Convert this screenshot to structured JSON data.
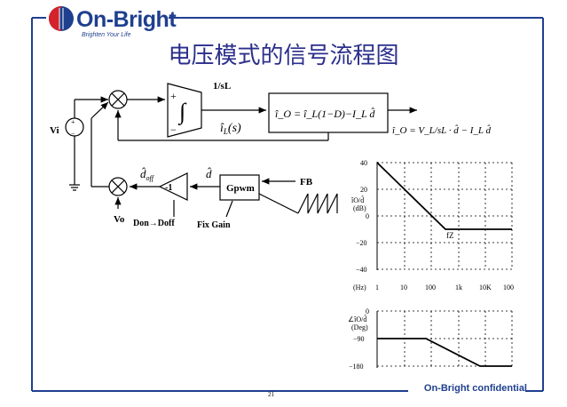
{
  "header": {
    "brand": "On-Bright",
    "tagline": "Brighten Your Life",
    "title": "电压模式的信号流程图"
  },
  "diagram": {
    "vi_label": "Vi",
    "vo_label": "Vo",
    "plus_sign": "+",
    "minus_sign": "−",
    "integrator_gain": "1/sL",
    "integral_symbol": "∫",
    "il_of_s": "î",
    "il_sub": "L",
    "il_paren": "(s)",
    "io_equation": "î_O = î_L(1−D)−I_L d̂",
    "io_output_eq": "î_O = V_L/sL · d̂ − I_L d̂",
    "d_hat": "d̂",
    "d_off": "d̂",
    "d_off_sub": "off",
    "neg_one": "-1",
    "gpwm": "Gpwm",
    "fb": "FB",
    "don_doff": "Don→Doff",
    "fix_gain": "Fix Gain"
  },
  "magnitude_plot": {
    "y_ticks": [
      "40",
      "20",
      "0",
      "−20",
      "−40"
    ],
    "x_ticks": [
      "1",
      "10",
      "100",
      "1k",
      "10K",
      "100"
    ],
    "x_unit": "(Hz)",
    "y_label_1": "îO/d̂",
    "y_label_2": "(dB)",
    "fz_label": "fZ"
  },
  "phase_plot": {
    "y_ticks": [
      "0",
      "−90",
      "−180"
    ],
    "y_label_1": "∠îO/d̂",
    "y_label_2": "(Deg)"
  },
  "footer": {
    "confidential": "On-Bright confidential",
    "page_number": "21"
  },
  "colors": {
    "brand_blue": "#1f3f8f",
    "logo_red": "#d4232b",
    "title_color": "#2b2f8c",
    "frame_blue": "#1f3f8f"
  }
}
